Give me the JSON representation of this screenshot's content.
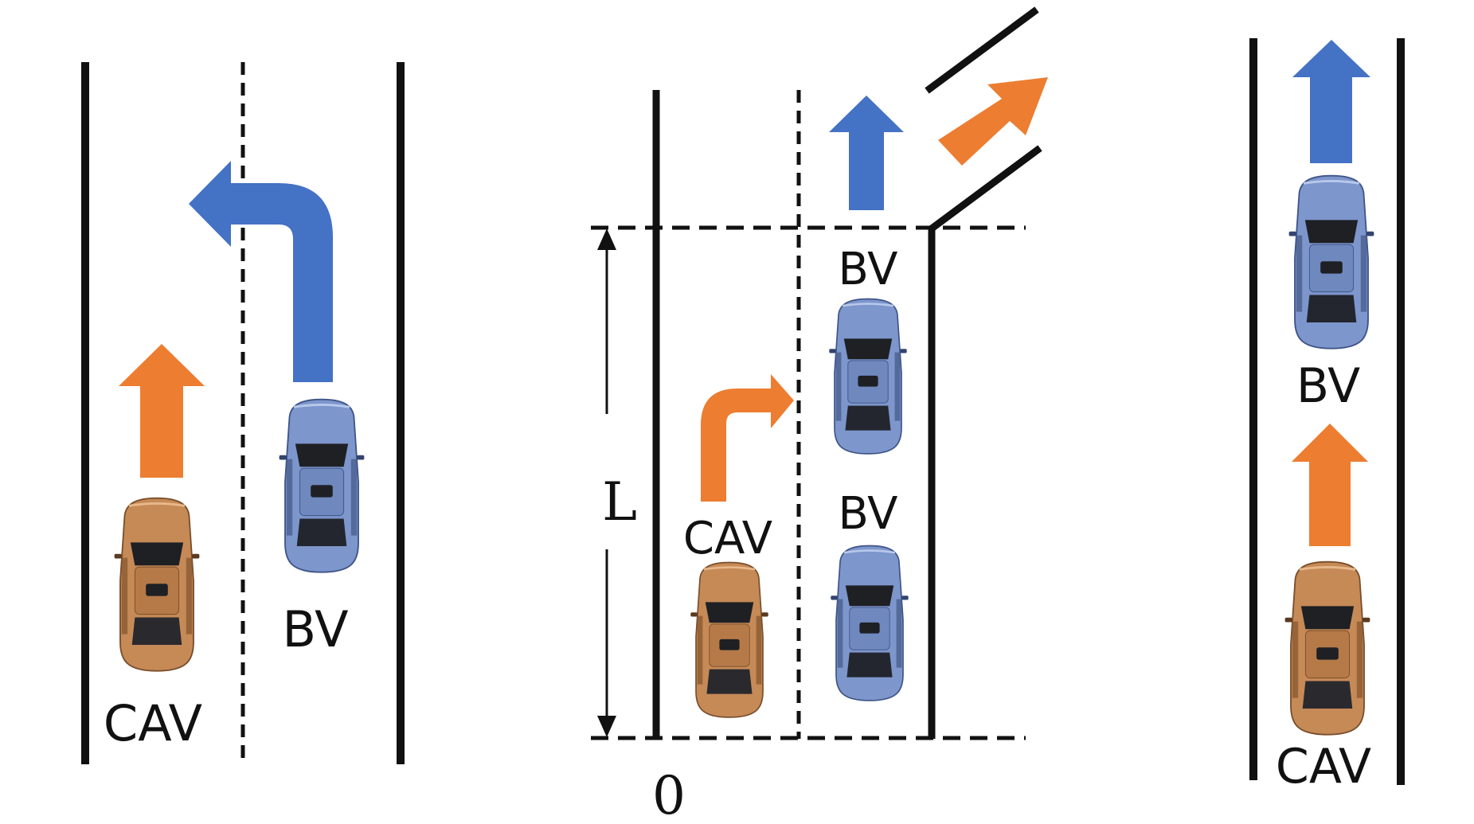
{
  "colors": {
    "background": "#ffffff",
    "line": "#111111",
    "cav_arrow": "#ED7D31",
    "bv_arrow": "#4472C4",
    "cav_body": "#C68A57",
    "cav_body_dark": "#8B5A32",
    "bv_body": "#7D96CC",
    "bv_body_dark": "#4A5F8F",
    "glass": "#1E2024"
  },
  "icons": {
    "cav": "orange-car-icon",
    "bv": "blue-car-icon"
  },
  "panels": [
    {
      "name": "lane-change-scenario",
      "labels": {
        "cav": "CAV",
        "bv": "BV"
      }
    },
    {
      "name": "merge-scenario",
      "labels": {
        "cav": "CAV",
        "bv_upper": "BV",
        "bv_lower": "BV",
        "length": "L",
        "origin": "0"
      }
    },
    {
      "name": "car-following-scenario",
      "labels": {
        "cav": "CAV",
        "bv": "BV"
      }
    }
  ]
}
